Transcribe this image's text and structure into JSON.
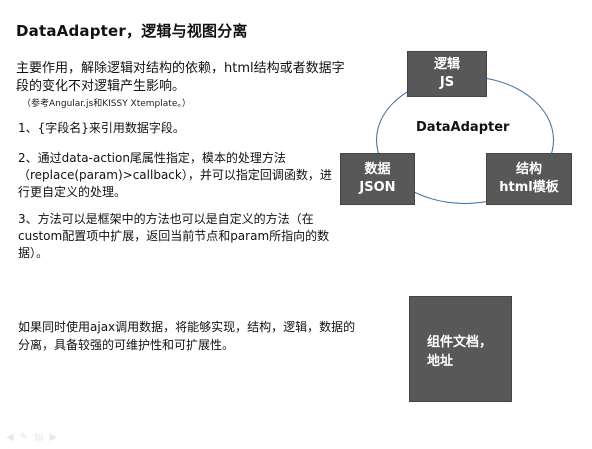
{
  "slide": {
    "title": "DataAdapter，逻辑与视图分离",
    "intro": "主要作用，解除逻辑对结构的依赖，html结构或者数据字段的变化不对逻辑产生影响。",
    "reference": "（参考Angular.js和KISSY Xtemplate。）",
    "points": [
      "1、{字段名}来引用数据字段。",
      "2、通过data-action尾属性指定，模本的处理方法（replace(param)>callback），并可以指定回调函数，进行更自定义的处理。",
      "3、方法可以是框架中的方法也可以是自定义的方法（在custom配置项中扩展，返回当前节点和param所指向的数据）。"
    ],
    "bottom_text": "如果同时使用ajax调用数据，将能够实现，结构，逻辑，数据的分离，具备较强的可维护性和可扩展性。"
  },
  "diagram": {
    "center": "DataAdapter",
    "logic": [
      "逻辑",
      "JS"
    ],
    "data": [
      "数据",
      "JSON"
    ],
    "structure": [
      "结构",
      "html模板"
    ],
    "ring_color": "#3b6ea5",
    "box_color": "#585858"
  },
  "doc_box": [
    "组件文档，",
    "地址"
  ],
  "toolbar": {
    "icons": [
      "back-arrow-icon",
      "pen-icon",
      "slides-icon",
      "forward-arrow-icon"
    ]
  }
}
